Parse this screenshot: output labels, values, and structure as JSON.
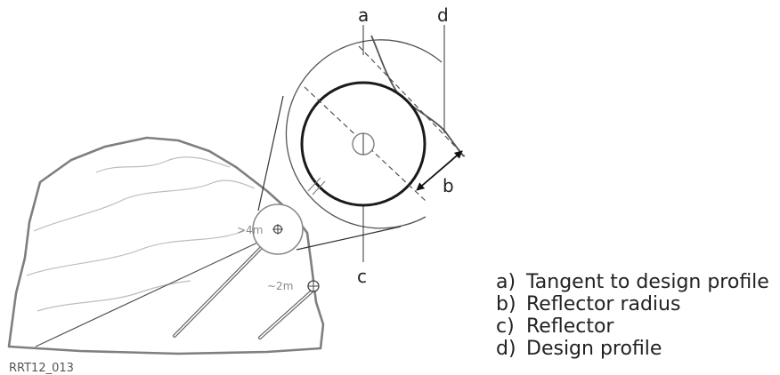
{
  "diagram": {
    "callouts": {
      "a": "a",
      "b": "b",
      "c": "c",
      "d": "d"
    },
    "distance_far": ">4m",
    "distance_near": "~2m",
    "figure_id": "RRT12_013"
  },
  "legend": [
    {
      "key": "a)",
      "text": "Tangent to design profile"
    },
    {
      "key": "b)",
      "text": "Reflector radius"
    },
    {
      "key": "c)",
      "text": "Reflector"
    },
    {
      "key": "d)",
      "text": "Design profile"
    }
  ]
}
